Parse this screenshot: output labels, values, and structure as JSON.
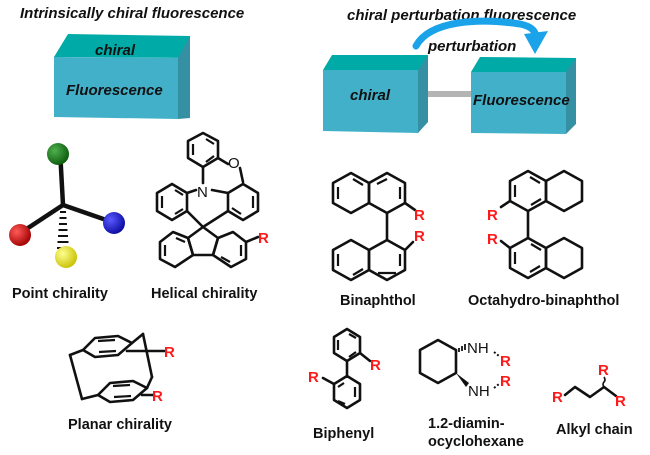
{
  "titles": {
    "intrinsic": "Intrinsically chiral fluorescence",
    "perturbation": "chiral perturbation fluorescence"
  },
  "intrinsic_box": {
    "top_label": "chiral",
    "front_label": "Fluorescence"
  },
  "perturbation_diagram": {
    "left_box_label": "chiral",
    "right_box_label": "Fluorescence",
    "arrow_label": "perturbation"
  },
  "colors": {
    "box_top": "#00aaa6",
    "box_front": "#42b0c8",
    "box_side": "#3590a3",
    "arrow": "#1aa3e8",
    "linker": "#b4b4b4",
    "r_group": "#ff1a1a",
    "ball_green": "#0b6b0b",
    "ball_blue": "#1010c8",
    "ball_red": "#d00000",
    "ball_yellow": "#e8e000"
  },
  "atoms": {
    "N": "N",
    "O": "O",
    "NH": "NH",
    "R": "R"
  },
  "structures": [
    {
      "id": "point",
      "caption": "Point chirality"
    },
    {
      "id": "helical",
      "caption": "Helical chirality"
    },
    {
      "id": "binaphthol",
      "caption": "Binaphthol"
    },
    {
      "id": "octahydro",
      "caption": "Octahydro-binaphthol"
    },
    {
      "id": "planar",
      "caption": "Planar chirality"
    },
    {
      "id": "biphenyl",
      "caption": "Biphenyl"
    },
    {
      "id": "diamine",
      "caption_line1": "1.2-diamin-",
      "caption_line2": "ocyclohexane"
    },
    {
      "id": "alkyl",
      "caption": "Alkyl chain"
    }
  ]
}
